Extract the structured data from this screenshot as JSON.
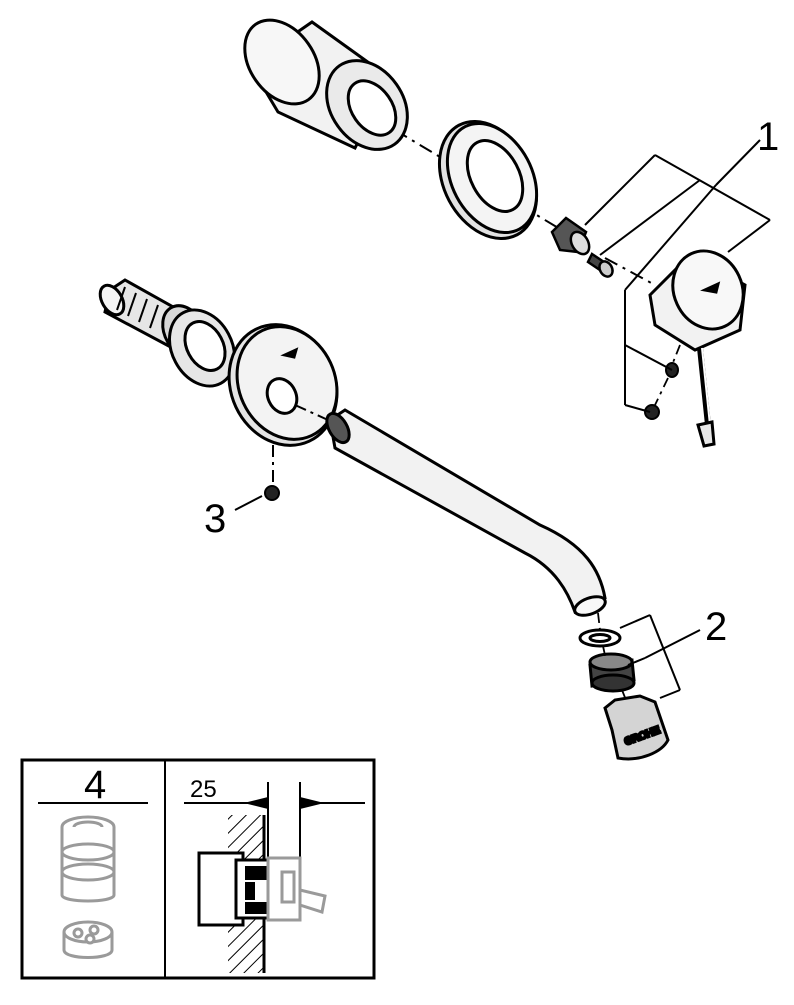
{
  "callouts": {
    "part_1": "1",
    "part_2": "2",
    "part_3": "3",
    "part_4": "4"
  },
  "inset": {
    "dimension_label": "25"
  },
  "colors": {
    "line": "#000000",
    "light_fill": "#f2f2f2",
    "mid_fill": "#dcdcdc",
    "dark_fill": "#555555",
    "grey_line": "#9a9a9a"
  }
}
